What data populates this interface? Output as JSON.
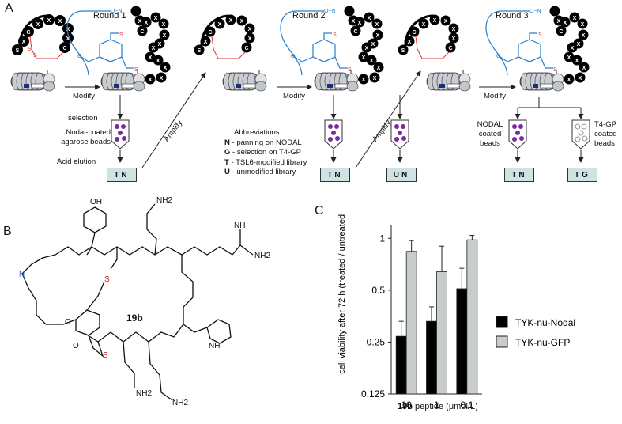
{
  "panels": {
    "a": "A",
    "b": "B",
    "c": "C"
  },
  "rounds": [
    "Round 1",
    "Round 2",
    "Round 3"
  ],
  "actions": {
    "modify": "Modify",
    "amplify": "Amplify",
    "selection": "selection",
    "nodal_beads": "Nodal-coated agarose beads",
    "acid_elution": "Acid elution",
    "nodal_coated": "NODAL coated beads",
    "t4gp_coated": "T4-GP coated beads"
  },
  "result_boxes": [
    "TN",
    "TN",
    "UN",
    "TN",
    "TG"
  ],
  "abbreviations": {
    "title": "Abbreviations",
    "items": [
      {
        "key": "N",
        "text": " - panning on NODAL"
      },
      {
        "key": "G",
        "text": " - selection on T4-GP"
      },
      {
        "key": "T",
        "text": " - TSL6-modified library"
      },
      {
        "key": "U",
        "text": " -  unmodified library"
      }
    ]
  },
  "peptide": {
    "residues_left": [
      "S",
      "X",
      "C",
      "X",
      "X",
      "X",
      "X",
      "X"
    ],
    "residues_right": [
      "X",
      "X",
      "X",
      "C",
      "X",
      "X",
      "X"
    ],
    "link_S": "S",
    "oxime": "O~N",
    "compound": "19b",
    "groups": [
      "OH",
      "NH2",
      "NH",
      "NH2",
      "S",
      "S",
      "O",
      "NH2",
      "O",
      "NH2",
      "N",
      "NH"
    ]
  },
  "chart_data": {
    "type": "bar",
    "categories": [
      "10",
      "1",
      "0.1"
    ],
    "series": [
      {
        "name": "TYK-nu-Nodal",
        "values": [
          0.27,
          0.33,
          0.51
        ],
        "errors": [
          0.06,
          0.07,
          0.16
        ],
        "color": "#000000"
      },
      {
        "name": "TYK-nu-GFP",
        "values": [
          0.84,
          0.64,
          0.98
        ],
        "errors": [
          0.13,
          0.26,
          0.06
        ],
        "color": "#c8cccc"
      }
    ],
    "ylabel": "cell viability after 72 h (treated / untreated)",
    "xlabel_bold": "19b",
    "xlabel": " peptide (μmol/L)",
    "yticks": [
      "0.125",
      "0.25",
      "0.5",
      "1"
    ],
    "ylim": [
      0.125,
      1.2
    ],
    "yscale": "log2",
    "legend_placement": "right"
  }
}
